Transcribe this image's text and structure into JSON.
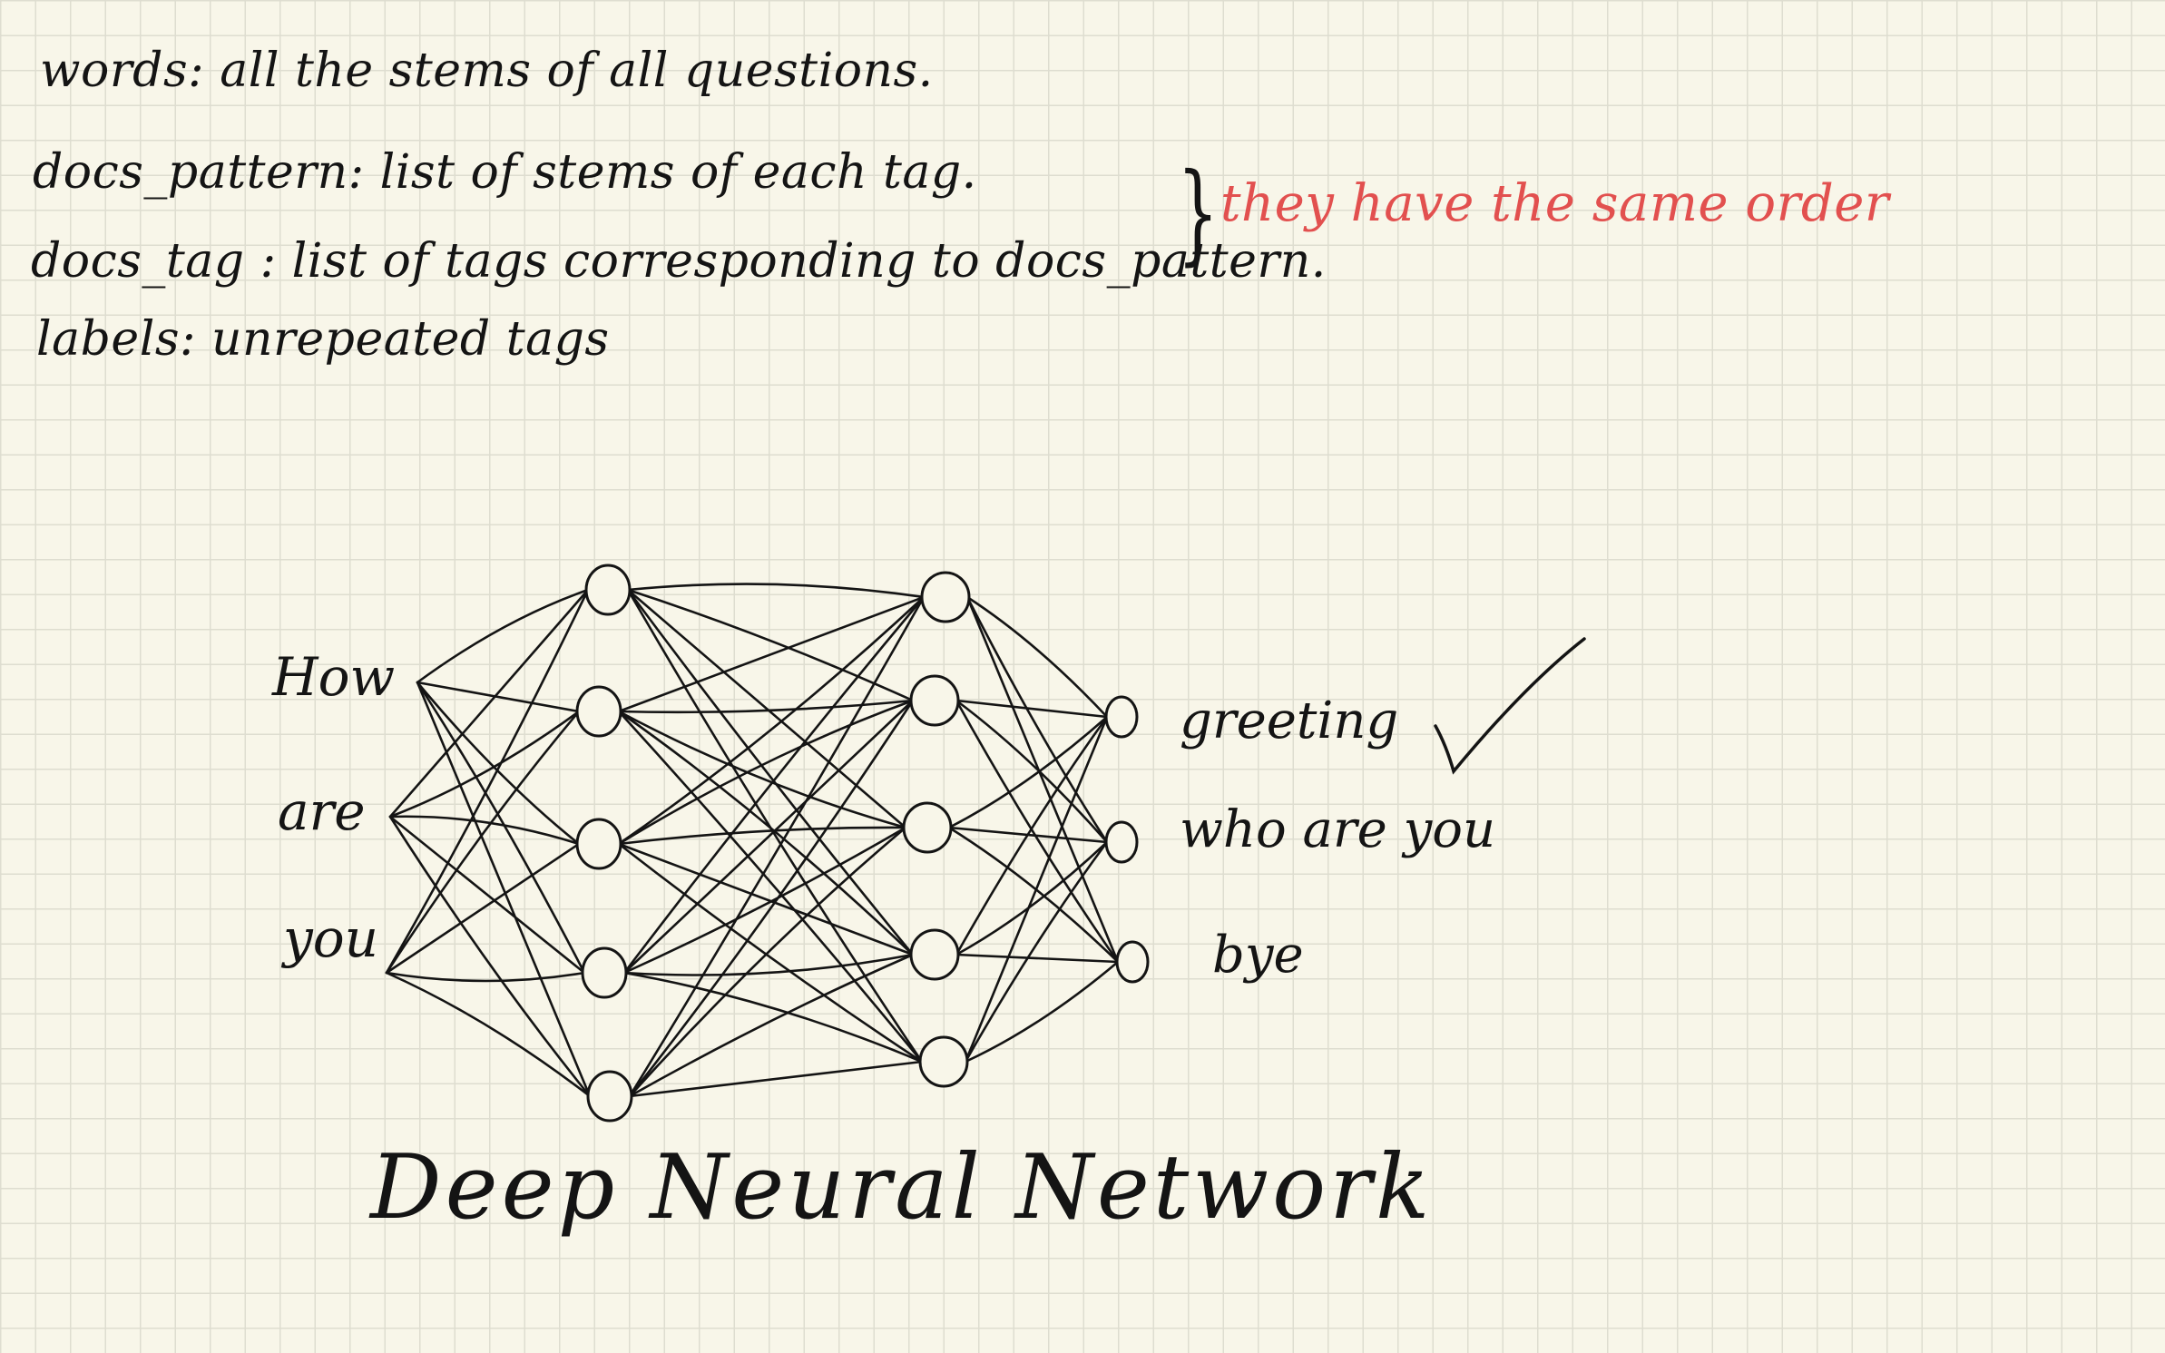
{
  "notes": {
    "words": "words: all the stems of all questions.",
    "docs_pattern": "docs_pattern: list of stems of each tag.",
    "docs_tag": "docs_tag : list of tags corresponding to docs_pattern.",
    "labels": "labels: unrepeated tags",
    "same_order": "they have the same order"
  },
  "network": {
    "inputs": [
      "How",
      "are",
      "you"
    ],
    "hidden_layer_1_nodes": 5,
    "hidden_layer_2_nodes": 5,
    "outputs": [
      "greeting",
      "who are you",
      "bye"
    ],
    "selected_output": "greeting",
    "title": "Deep Neural Network"
  },
  "colors": {
    "ink": "#141414",
    "red_ink": "#e2504f",
    "paper": "#f8f6e9",
    "grid": "#deddd0"
  },
  "icons": {
    "checkmark": "checkmark-icon",
    "brace": "right-brace-icon"
  }
}
